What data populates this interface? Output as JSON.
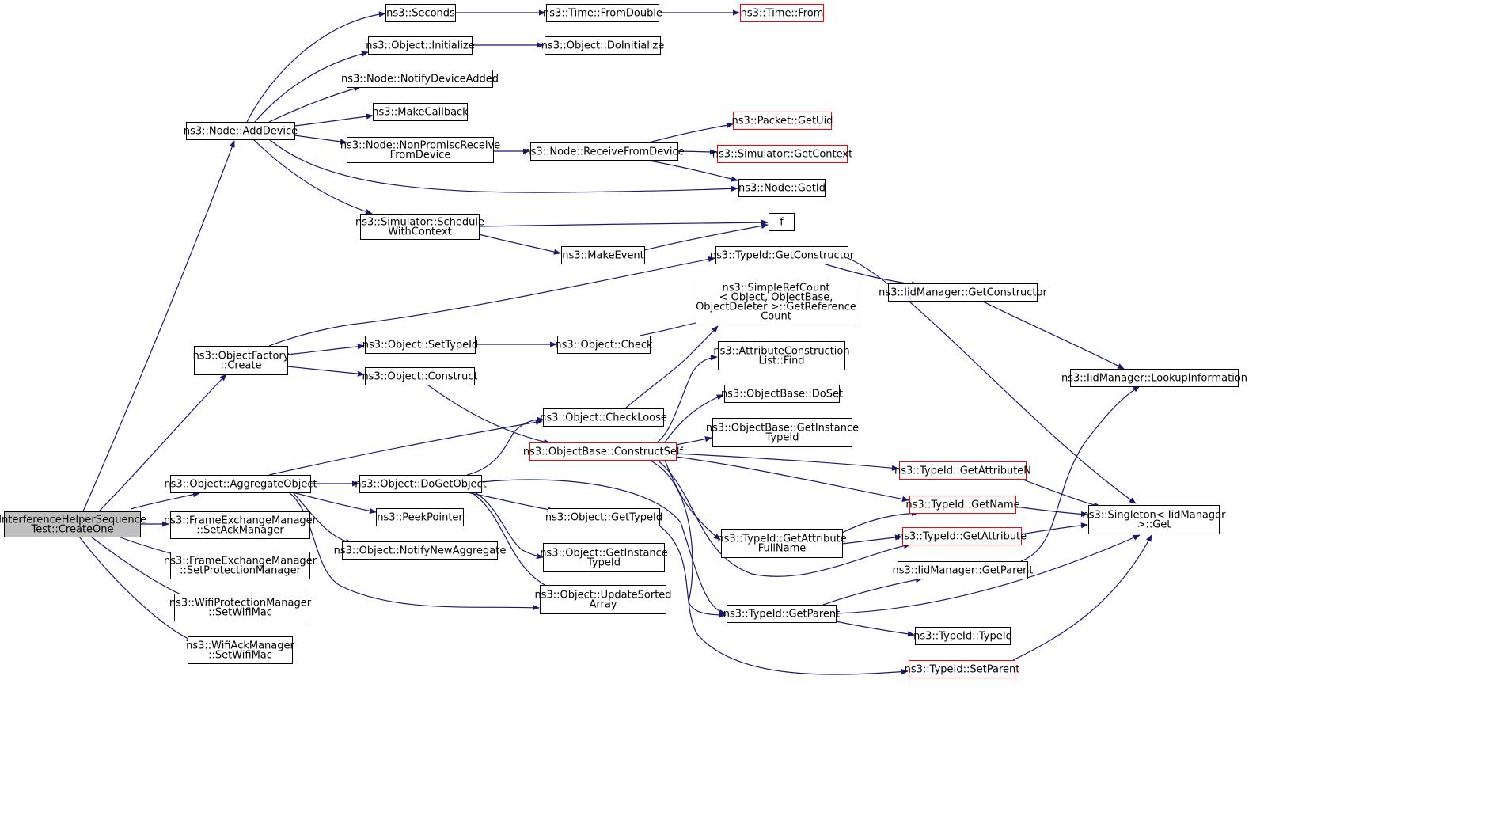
{
  "graph": {
    "edge_color": "#191970",
    "node_border": "#000000",
    "truncated_border": "#ff0000",
    "root_fill": "#bfbfbf",
    "nodes": [
      {
        "id": "root",
        "label": [
          "InterferenceHelperSequence",
          "Test::CreateOne"
        ],
        "style": "root"
      },
      {
        "id": "addDevice",
        "label": [
          "ns3::Node::AddDevice"
        ]
      },
      {
        "id": "seconds",
        "label": [
          "ns3::Seconds"
        ]
      },
      {
        "id": "fromDouble",
        "label": [
          "ns3::Time::FromDouble"
        ]
      },
      {
        "id": "timeFrom",
        "label": [
          "ns3::Time::From"
        ],
        "style": "truncated"
      },
      {
        "id": "initialize",
        "label": [
          "ns3::Object::Initialize"
        ]
      },
      {
        "id": "doInitialize",
        "label": [
          "ns3::Object::DoInitialize"
        ]
      },
      {
        "id": "notifyDeviceAdded",
        "label": [
          "ns3::Node::NotifyDeviceAdded"
        ]
      },
      {
        "id": "makeCallback",
        "label": [
          "ns3::MakeCallback"
        ]
      },
      {
        "id": "nonPromisc",
        "label": [
          "ns3::Node::NonPromiscReceive",
          "FromDevice"
        ]
      },
      {
        "id": "receiveFromDevice",
        "label": [
          "ns3::Node::ReceiveFromDevice"
        ]
      },
      {
        "id": "packetGetUid",
        "label": [
          "ns3::Packet::GetUid"
        ],
        "style": "truncated"
      },
      {
        "id": "simGetContext",
        "label": [
          "ns3::Simulator::GetContext"
        ],
        "style": "truncated"
      },
      {
        "id": "nodeGetId",
        "label": [
          "ns3::Node::GetId"
        ]
      },
      {
        "id": "scheduleWithContext",
        "label": [
          "ns3::Simulator::Schedule",
          "WithContext"
        ]
      },
      {
        "id": "f",
        "label": [
          "f"
        ]
      },
      {
        "id": "makeEvent",
        "label": [
          "ns3::MakeEvent"
        ]
      },
      {
        "id": "getConstructor",
        "label": [
          "ns3::TypeId::GetConstructor"
        ]
      },
      {
        "id": "iidGetConstructor",
        "label": [
          "ns3::IidManager::GetConstructor"
        ]
      },
      {
        "id": "simpleRefCount",
        "label": [
          "ns3::SimpleRefCount",
          "< Object, ObjectBase,",
          "ObjectDeleter >::GetReference",
          "Count"
        ]
      },
      {
        "id": "factoryCreate",
        "label": [
          "ns3::ObjectFactory",
          "::Create"
        ]
      },
      {
        "id": "setTypeId",
        "label": [
          "ns3::Object::SetTypeId"
        ]
      },
      {
        "id": "objCheck",
        "label": [
          "ns3::Object::Check"
        ]
      },
      {
        "id": "attrFind",
        "label": [
          "ns3::AttributeConstruction",
          "List::Find"
        ]
      },
      {
        "id": "lookupInfo",
        "label": [
          "ns3::IidManager::LookupInformation"
        ]
      },
      {
        "id": "construct",
        "label": [
          "ns3::Object::Construct"
        ]
      },
      {
        "id": "doSet",
        "label": [
          "ns3::ObjectBase::DoSet"
        ]
      },
      {
        "id": "checkLoose",
        "label": [
          "ns3::Object::CheckLoose"
        ]
      },
      {
        "id": "getInstanceTypeIdBase",
        "label": [
          "ns3::ObjectBase::GetInstance",
          "TypeId"
        ]
      },
      {
        "id": "constructSelf",
        "label": [
          "ns3::ObjectBase::ConstructSelf"
        ],
        "style": "truncated"
      },
      {
        "id": "aggregate",
        "label": [
          "ns3::Object::AggregateObject"
        ]
      },
      {
        "id": "doGetObject",
        "label": [
          "ns3::Object::DoGetObject"
        ]
      },
      {
        "id": "getAttributeN",
        "label": [
          "ns3::TypeId::GetAttributeN"
        ],
        "style": "truncated"
      },
      {
        "id": "getName",
        "label": [
          "ns3::TypeId::GetName"
        ],
        "style": "truncated"
      },
      {
        "id": "singletonGet",
        "label": [
          "ns3::Singleton< IidManager",
          ">::Get"
        ]
      },
      {
        "id": "peekPointer",
        "label": [
          "ns3::PeekPointer"
        ]
      },
      {
        "id": "objGetTypeId",
        "label": [
          "ns3::Object::GetTypeId"
        ]
      },
      {
        "id": "setAckManager",
        "label": [
          "ns3::FrameExchangeManager",
          "::SetAckManager"
        ]
      },
      {
        "id": "getAttrFullName",
        "label": [
          "ns3::TypeId::GetAttribute",
          "FullName"
        ]
      },
      {
        "id": "getAttribute",
        "label": [
          "ns3::TypeId::GetAttribute"
        ],
        "style": "truncated"
      },
      {
        "id": "notifyNewAggregate",
        "label": [
          "ns3::Object::NotifyNewAggregate"
        ]
      },
      {
        "id": "objGetInstanceTypeId",
        "label": [
          "ns3::Object::GetInstance",
          "TypeId"
        ]
      },
      {
        "id": "iidGetParent",
        "label": [
          "ns3::IidManager::GetParent"
        ]
      },
      {
        "id": "setProtectionManager",
        "label": [
          "ns3::FrameExchangeManager",
          "::SetProtectionManager"
        ]
      },
      {
        "id": "updateSorted",
        "label": [
          "ns3::Object::UpdateSorted",
          "Array"
        ]
      },
      {
        "id": "typeIdGetParent",
        "label": [
          "ns3::TypeId::GetParent"
        ]
      },
      {
        "id": "wifiProtSetMac",
        "label": [
          "ns3::WifiProtectionManager",
          "::SetWifiMac"
        ]
      },
      {
        "id": "typeIdCtor",
        "label": [
          "ns3::TypeId::TypeId"
        ]
      },
      {
        "id": "wifiAckSetMac",
        "label": [
          "ns3::WifiAckManager",
          "::SetWifiMac"
        ]
      },
      {
        "id": "setParent",
        "label": [
          "ns3::TypeId::SetParent"
        ],
        "style": "truncated"
      }
    ],
    "edges": [
      [
        "root",
        "addDevice"
      ],
      [
        "root",
        "factoryCreate"
      ],
      [
        "root",
        "aggregate"
      ],
      [
        "root",
        "setAckManager"
      ],
      [
        "root",
        "setProtectionManager"
      ],
      [
        "root",
        "wifiProtSetMac"
      ],
      [
        "root",
        "wifiAckSetMac"
      ],
      [
        "addDevice",
        "seconds"
      ],
      [
        "addDevice",
        "initialize"
      ],
      [
        "addDevice",
        "notifyDeviceAdded"
      ],
      [
        "addDevice",
        "makeCallback"
      ],
      [
        "addDevice",
        "nonPromisc"
      ],
      [
        "addDevice",
        "nodeGetId"
      ],
      [
        "addDevice",
        "scheduleWithContext"
      ],
      [
        "seconds",
        "fromDouble"
      ],
      [
        "fromDouble",
        "timeFrom"
      ],
      [
        "initialize",
        "doInitialize"
      ],
      [
        "nonPromisc",
        "receiveFromDevice"
      ],
      [
        "receiveFromDevice",
        "packetGetUid"
      ],
      [
        "receiveFromDevice",
        "simGetContext"
      ],
      [
        "receiveFromDevice",
        "nodeGetId"
      ],
      [
        "scheduleWithContext",
        "f"
      ],
      [
        "scheduleWithContext",
        "makeEvent"
      ],
      [
        "makeEvent",
        "f"
      ],
      [
        "factoryCreate",
        "getConstructor"
      ],
      [
        "factoryCreate",
        "setTypeId"
      ],
      [
        "factoryCreate",
        "construct"
      ],
      [
        "getConstructor",
        "iidGetConstructor"
      ],
      [
        "getConstructor",
        "singletonGet"
      ],
      [
        "iidGetConstructor",
        "lookupInfo"
      ],
      [
        "setTypeId",
        "objCheck"
      ],
      [
        "objCheck",
        "simpleRefCount"
      ],
      [
        "checkLoose",
        "simpleRefCount"
      ],
      [
        "construct",
        "constructSelf"
      ],
      [
        "constructSelf",
        "attrFind"
      ],
      [
        "constructSelf",
        "doSet"
      ],
      [
        "constructSelf",
        "getInstanceTypeIdBase"
      ],
      [
        "constructSelf",
        "getAttributeN"
      ],
      [
        "constructSelf",
        "getName"
      ],
      [
        "constructSelf",
        "getAttrFullName"
      ],
      [
        "constructSelf",
        "getAttribute"
      ],
      [
        "constructSelf",
        "typeIdGetParent"
      ],
      [
        "aggregate",
        "checkLoose"
      ],
      [
        "aggregate",
        "doGetObject"
      ],
      [
        "aggregate",
        "peekPointer"
      ],
      [
        "aggregate",
        "notifyNewAggregate"
      ],
      [
        "aggregate",
        "updateSorted"
      ],
      [
        "doGetObject",
        "checkLoose"
      ],
      [
        "doGetObject",
        "objGetTypeId"
      ],
      [
        "doGetObject",
        "objGetInstanceTypeId"
      ],
      [
        "doGetObject",
        "updateSorted"
      ],
      [
        "doGetObject",
        "typeIdGetParent"
      ],
      [
        "objGetTypeId",
        "setParent"
      ],
      [
        "getAttributeN",
        "singletonGet"
      ],
      [
        "getName",
        "singletonGet"
      ],
      [
        "getAttribute",
        "singletonGet"
      ],
      [
        "getAttrFullName",
        "getName"
      ],
      [
        "getAttrFullName",
        "getAttribute"
      ],
      [
        "iidGetParent",
        "lookupInfo"
      ],
      [
        "typeIdGetParent",
        "iidGetParent"
      ],
      [
        "typeIdGetParent",
        "singletonGet"
      ],
      [
        "typeIdGetParent",
        "typeIdCtor"
      ],
      [
        "setParent",
        "singletonGet"
      ]
    ]
  }
}
